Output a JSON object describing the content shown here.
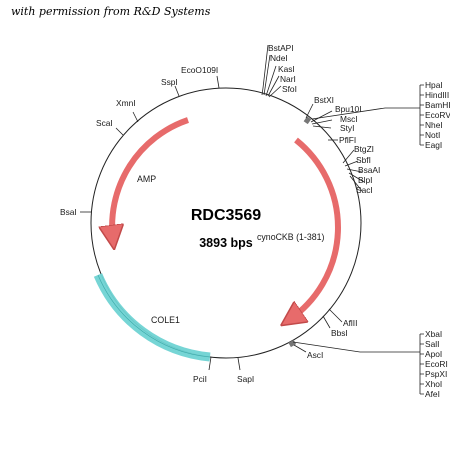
{
  "credit": "with permission from R&D Systems",
  "plasmid": {
    "name": "RDC3569",
    "size": "3893 bps"
  },
  "features": {
    "amp": "AMP",
    "cole1": "COLE1",
    "insert": "cynoCKB (1-381)"
  },
  "sites": {
    "bstapi": "BstAPI",
    "ndei": "NdeI",
    "kasi": "KasI",
    "nari": "NarI",
    "sfoi": "SfoI",
    "bstxi": "BstXI",
    "bpu10i": "Bpu10I",
    "msci": "MscI",
    "styi": "StyI",
    "pflfi": "PflFI",
    "btgzi": "BtgZI",
    "sbfi": "SbfI",
    "bsaai": "BsaAI",
    "blpi": "BlpI",
    "saci": "SacI",
    "aflii": "AflII",
    "bbsi": "BbsI",
    "asci": "AscI",
    "sapi": "SapI",
    "pcii": "PciI",
    "bsai": "BsaI",
    "scai": "ScaI",
    "xmni": "XmnI",
    "sspi": "SspI",
    "ecoo109i": "EcoO109I",
    "mcs_top": [
      "HpaI",
      "HindIII",
      "BamHI",
      "EcoRV",
      "NheI",
      "NotI",
      "EagI"
    ],
    "mcs_bottom": [
      "XbaI",
      "SalI",
      "ApoI",
      "EcoRI",
      "PspXI",
      "XhoI",
      "AfeI"
    ]
  },
  "colors": {
    "amp_arrow": "#e76b6b",
    "insert_arrow": "#e76b6b",
    "cole1": "#6fd3d3",
    "backbone": "#222222"
  }
}
